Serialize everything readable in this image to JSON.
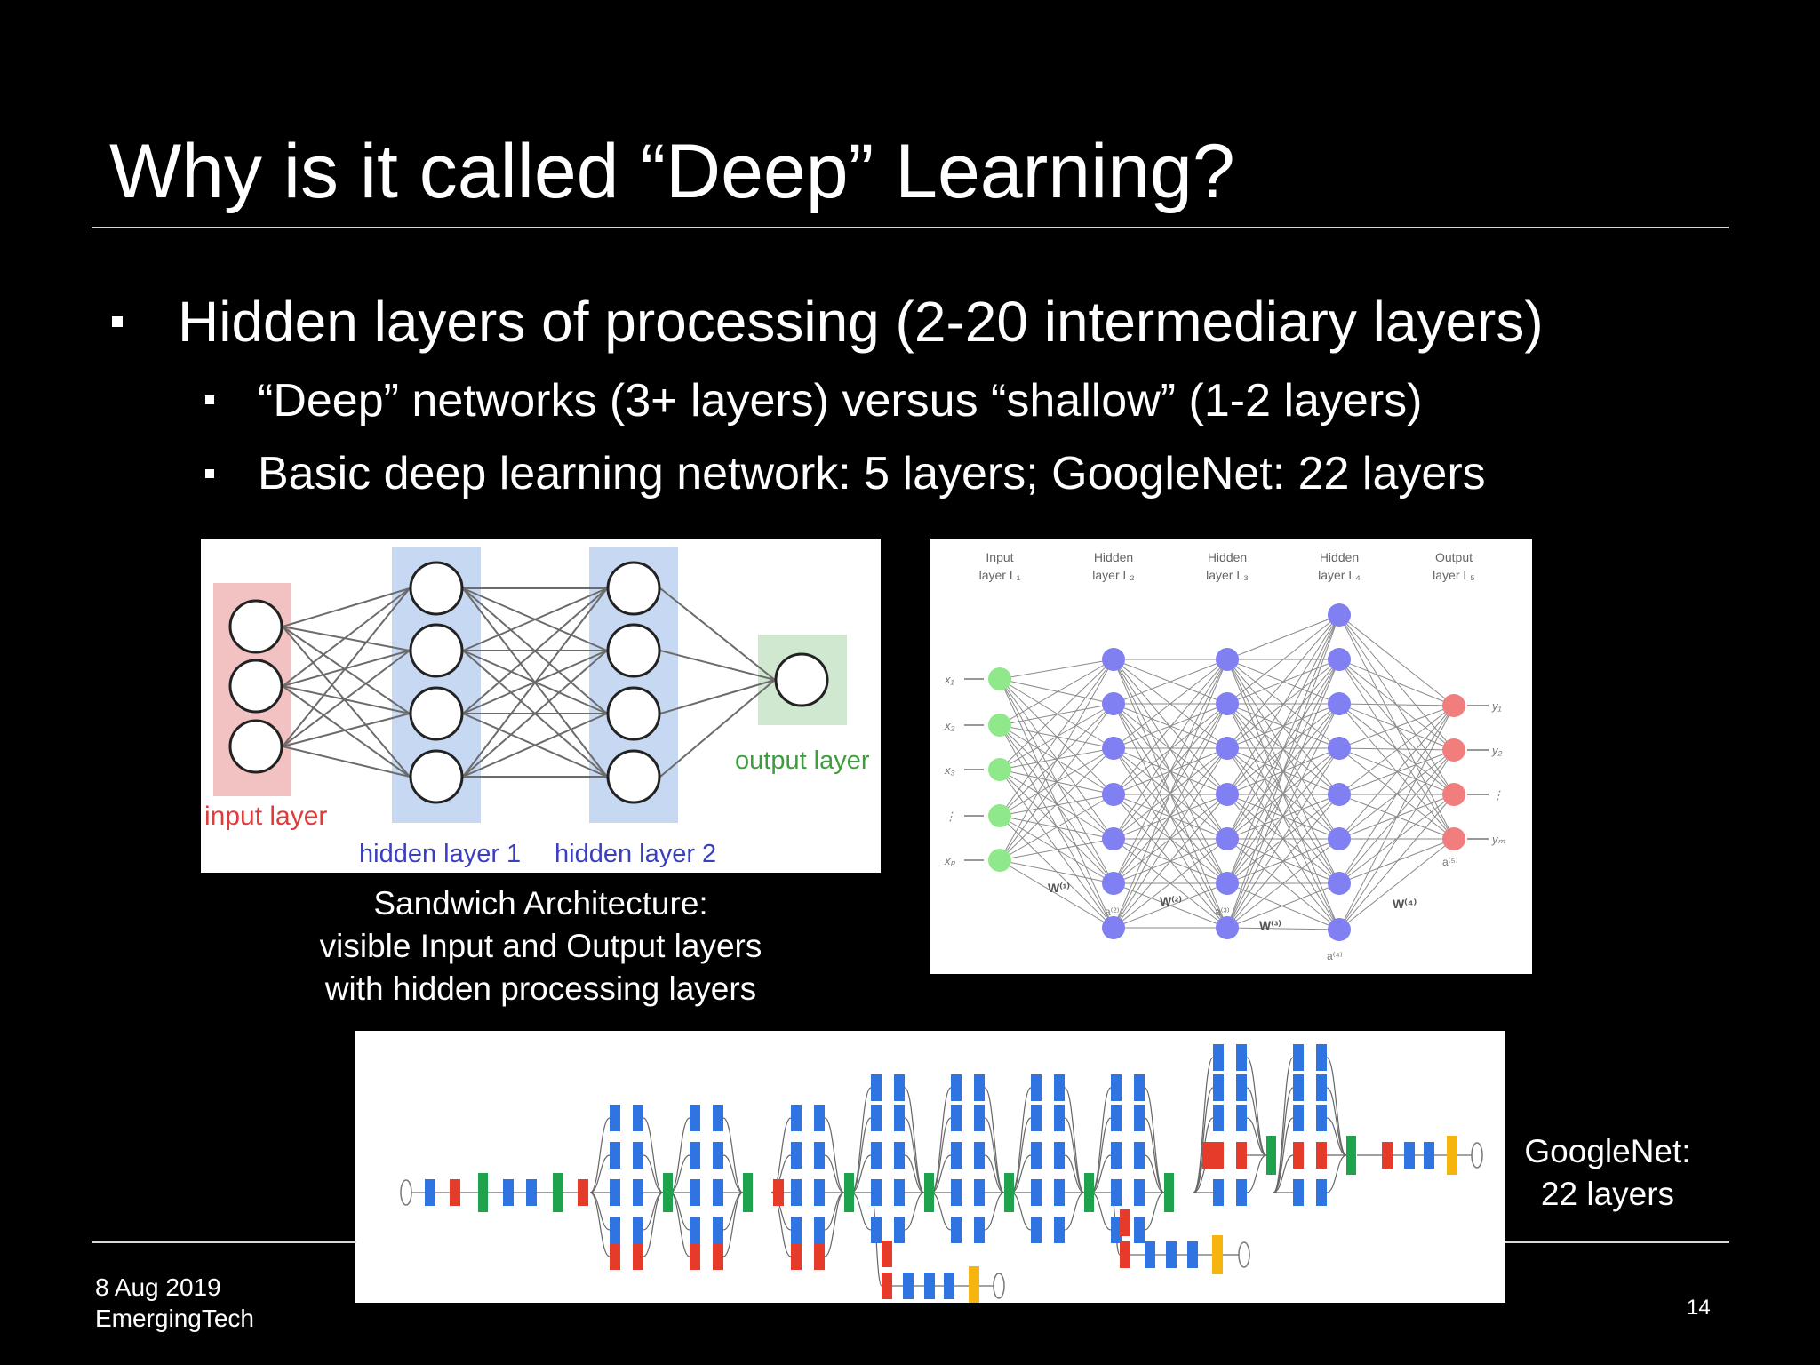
{
  "slide": {
    "title": "Why is it called “Deep” Learning?",
    "bullets": [
      {
        "text": "Hidden layers of processing (2-20 intermediary layers)",
        "level": 1
      },
      {
        "text": "“Deep” networks (3+ layers) versus “shallow” (1-2 layers)",
        "level": 2
      },
      {
        "text": "Basic deep learning network: 5 layers; GoogleNet: 22 layers",
        "level": 2
      }
    ],
    "figure1": {
      "labels": {
        "input": "input layer",
        "hidden1": "hidden layer 1",
        "hidden2": "hidden layer 2",
        "output": "output layer"
      },
      "caption_lines": [
        "Sandwich Architecture:",
        "visible Input and Output layers",
        "with hidden processing layers"
      ]
    },
    "figure2": {
      "layer_headers": [
        [
          "Input",
          "layer L₁"
        ],
        [
          "Hidden",
          "layer L₂"
        ],
        [
          "Hidden",
          "layer L₃"
        ],
        [
          "Hidden",
          "layer L₄"
        ],
        [
          "Output",
          "layer L₅"
        ]
      ],
      "inputs": [
        "x₁",
        "x₂",
        "x₃",
        "⋮",
        "xₚ"
      ],
      "outputs": [
        "y₁",
        "y₂",
        "⋮",
        "yₘ"
      ],
      "weights": [
        "W⁽¹⁾",
        "W⁽²⁾",
        "W⁽³⁾",
        "W⁽⁴⁾"
      ],
      "activations": [
        "a⁽²⁾",
        "a⁽³⁾",
        "a⁽⁴⁾",
        "a⁽⁵⁾"
      ]
    },
    "figure3": {
      "caption_lines": [
        "GoogleNet:",
        "22 layers"
      ]
    },
    "colors": {
      "blue": "#2f74e0",
      "red": "#e63a2a",
      "green": "#1ea24b",
      "yellow": "#f6b40e",
      "node": "#8080f2",
      "input_node": "#8fe88a",
      "output_node": "#f27d7d"
    },
    "footer": {
      "date": "8 Aug 2019",
      "source": "EmergingTech",
      "page": "14"
    }
  }
}
